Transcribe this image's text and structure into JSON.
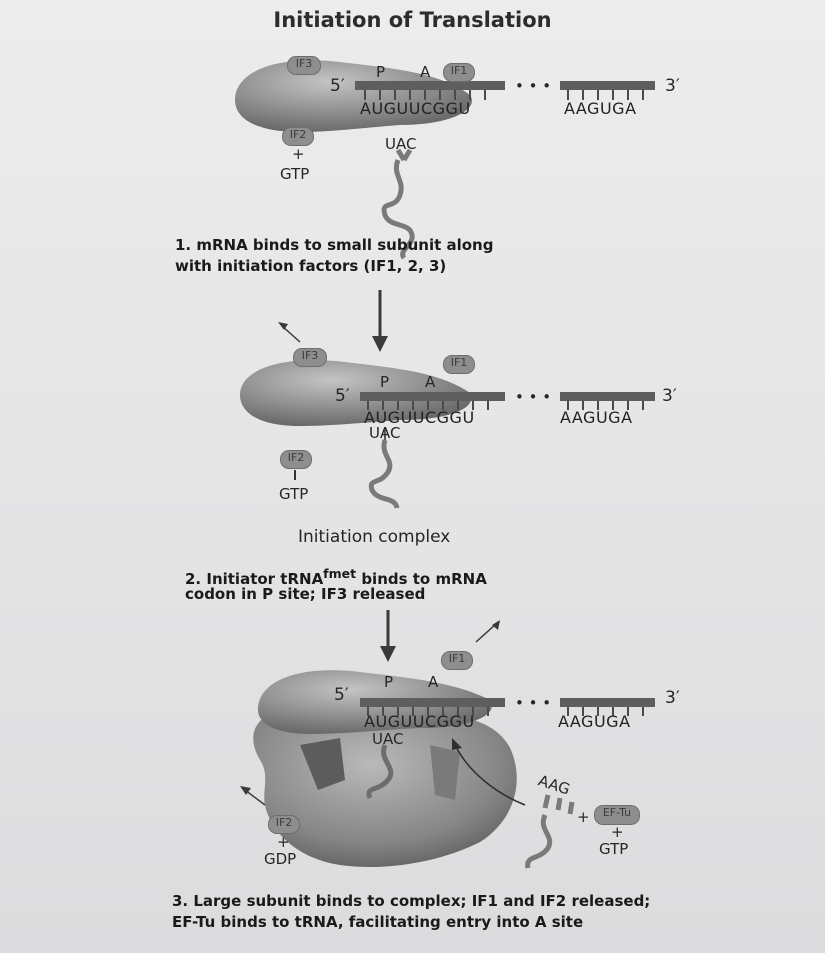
{
  "title": "Initiation of Translation",
  "mrna": {
    "five_prime": "5′",
    "three_prime": "3′",
    "codons_left": "AUGUUCGGU",
    "codons_right": "AAGUGA",
    "dots": "• • •"
  },
  "sites": {
    "p": "P",
    "a": "A"
  },
  "factors": {
    "if1": "IF1",
    "if2": "IF2",
    "if3": "IF3",
    "eftu": "EF-Tu",
    "plus": "+",
    "gtp": "GTP",
    "gdp": "GDP"
  },
  "anticodons": {
    "initiator": "UAC",
    "incoming": "AAG"
  },
  "steps": [
    {
      "caption_1": "1. mRNA binds to small subunit along",
      "caption_2": "with initiation factors (IF1, 2, 3)"
    },
    {
      "complex_label": "Initiation complex",
      "caption_1a": "2. Initiator tRNA",
      "caption_1sup": "fmet",
      "caption_1b": " binds to mRNA",
      "caption_2": "codon in P site; IF3 released"
    },
    {
      "caption_1": "3. Large subunit binds to complex; IF1 and IF2 released;",
      "caption_2": "EF-Tu binds to tRNA, facilitating entry into A site"
    }
  ]
}
